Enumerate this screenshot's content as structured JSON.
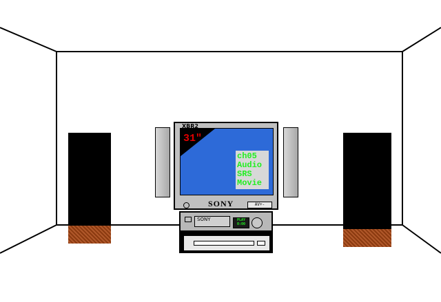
{
  "tv": {
    "model": "XBR2",
    "screen_size": "31\"",
    "brand": "SONY",
    "av_panel": "AV+-"
  },
  "osd_menu": [
    "ch05",
    "Audio",
    "SRS",
    "Movie"
  ],
  "vcr": {
    "brand": "SONY",
    "display": [
      "PLAY",
      "0:00"
    ]
  },
  "icons": {
    "power": "power-button-icon",
    "dial": "dial-knob-icon",
    "eject": "eject-icon"
  }
}
